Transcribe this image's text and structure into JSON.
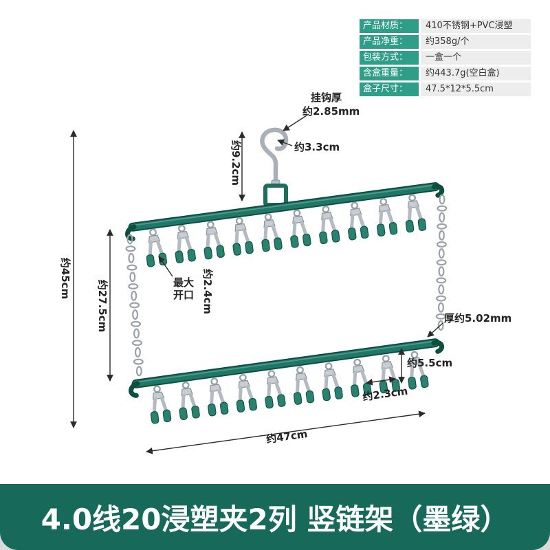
{
  "spec": {
    "rows": [
      {
        "label": "产品材质：",
        "value": "410不锈钢+PVC浸塑"
      },
      {
        "label": "产品净重：",
        "value": "约358g/个"
      },
      {
        "label": "包装方式：",
        "value": "一盒一个"
      },
      {
        "label": "含盒重量：",
        "value": "约443.7g(空白盒)"
      },
      {
        "label": "盒子尺寸：",
        "value": "47.5*12*5.5cm"
      }
    ]
  },
  "dims": {
    "hook_thickness_line1": "挂钩厚",
    "hook_thickness_line2": "约2.85mm",
    "hook_width": "约3.3cm",
    "hook_height": "约9.2cm",
    "total_height": "约45cm",
    "between_bars": "约27.5cm",
    "max_open_line1": "最大",
    "max_open_line2": "开口",
    "max_open_size": "约2.4cm",
    "bar_thickness": "厚约5.02mm",
    "clip_height": "约5.5cm",
    "clip_spacing": "约2.3cm",
    "width": "约47cm"
  },
  "banner": {
    "title": "4.0线20浸塑夹2列 竖链架（墨绿）"
  },
  "colors": {
    "accent_green": "#2f9e88",
    "banner_green": "#176a5a",
    "bar_green": "#217767",
    "bar_green_dark": "#0e4e41",
    "clip_pad_green": "#2a8170",
    "metal_gray": "#b3bac1"
  }
}
